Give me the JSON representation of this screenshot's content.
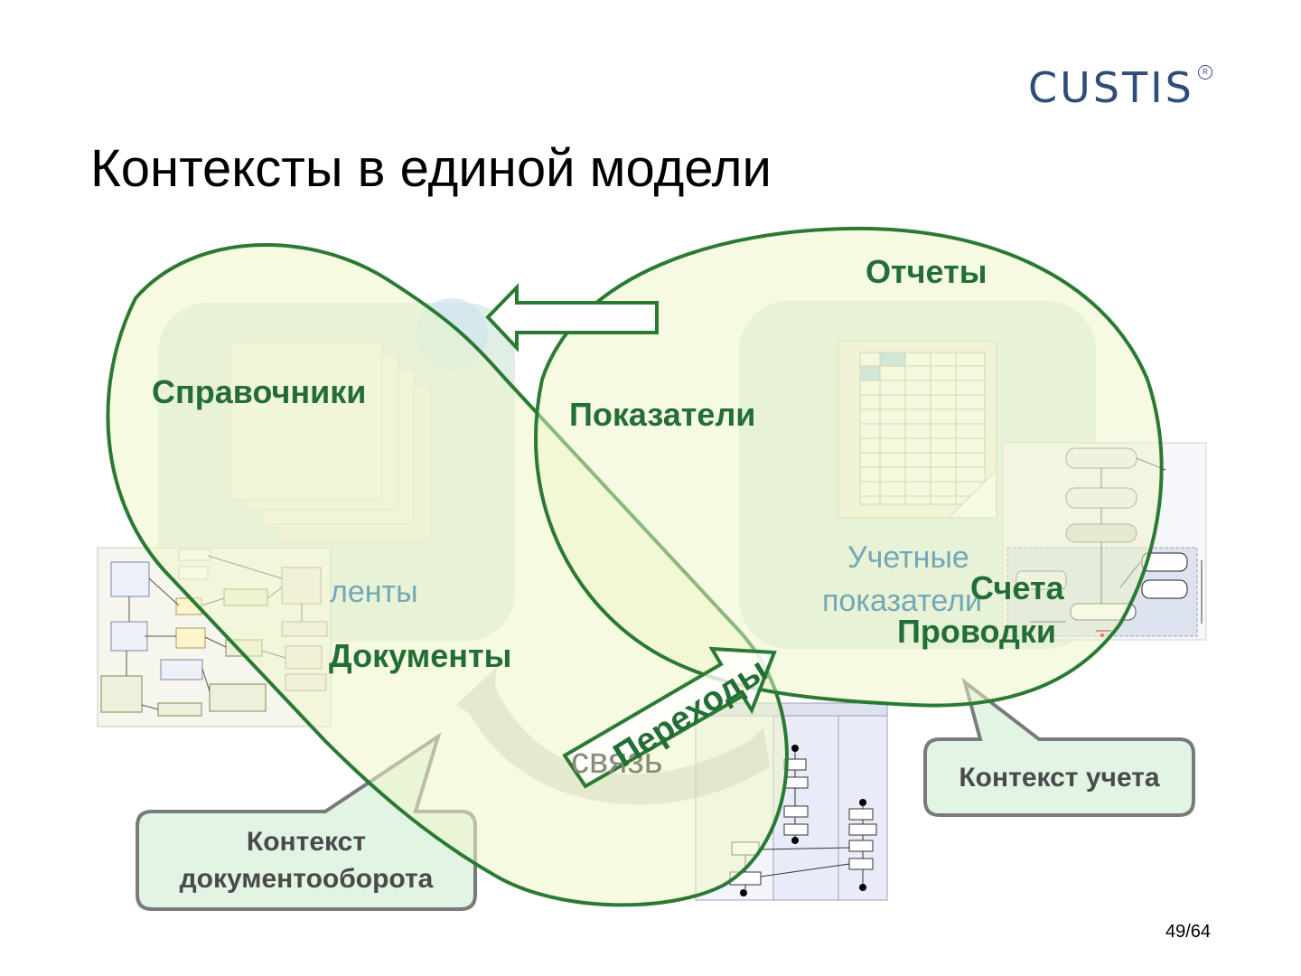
{
  "slide": {
    "title": "Контексты в единой модели",
    "logo": "CUSTIS",
    "page_number": "49/64"
  },
  "labels": {
    "reports": "Отчеты",
    "directories": "Справочники",
    "indicators": "Показатели",
    "documents": "Документы",
    "documents_faint": "ленты",
    "accounting_indicators_line1": "Учетные",
    "accounting_indicators_line2": "показатели",
    "accounts": "Счета",
    "entries": "Проводки",
    "transitions": "Переходы",
    "link": "связь"
  },
  "callouts": {
    "document_flow_context_line1": "Контекст",
    "document_flow_context_line2": "документооборота",
    "accounting_context": "Контекст учета"
  },
  "colors": {
    "blob_fill": "#f3f8dc",
    "blob_stroke": "#2a7a33",
    "callout_fill": "#e2f4e4",
    "callout_stroke": "#7a7a7a",
    "label_green": "#226e35",
    "logo_blue": "#2e4d7b"
  }
}
